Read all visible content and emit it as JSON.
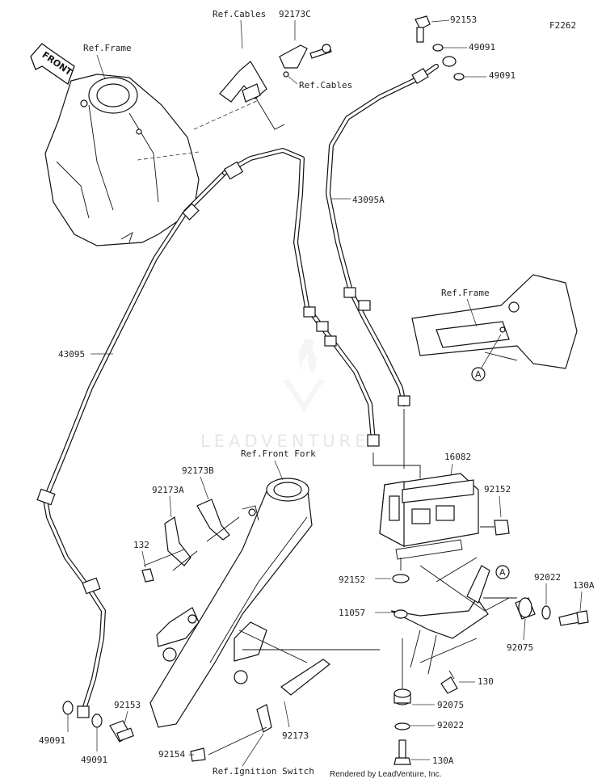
{
  "diagram_code": "F2262",
  "front_arrow": "FRONT",
  "watermark": "LEADVENTURE",
  "credit": "Rendered by LeadVenture, Inc.",
  "labels": {
    "ref_frame_top": "Ref.Frame",
    "ref_cables_1": "Ref.Cables",
    "ref_cables_2": "Ref.Cables",
    "ref_frame_right": "Ref.Frame",
    "ref_front_fork": "Ref.Front Fork",
    "ref_ignition_switch": "Ref.Ignition Switch",
    "callout_a1": "A",
    "callout_a2": "A"
  },
  "parts": {
    "p92173c": "92173C",
    "p92153_top": "92153",
    "p49091_top1": "49091",
    "p49091_top2": "49091",
    "p43095a": "43095A",
    "p43095": "43095",
    "p16082": "16082",
    "p92152_right": "92152",
    "p92152_left": "92152",
    "p11057": "11057",
    "p92022_top": "92022",
    "p130a_top": "130A",
    "p92075_right": "92075",
    "p130": "130",
    "p92075_bottom": "92075",
    "p92022_bottom": "92022",
    "p130a_bottom": "130A",
    "p92173b": "92173B",
    "p92173a": "92173A",
    "p132": "132",
    "p49091_bl1": "49091",
    "p92153_bottom": "92153",
    "p49091_bl2": "49091",
    "p92173": "92173",
    "p92154": "92154"
  }
}
